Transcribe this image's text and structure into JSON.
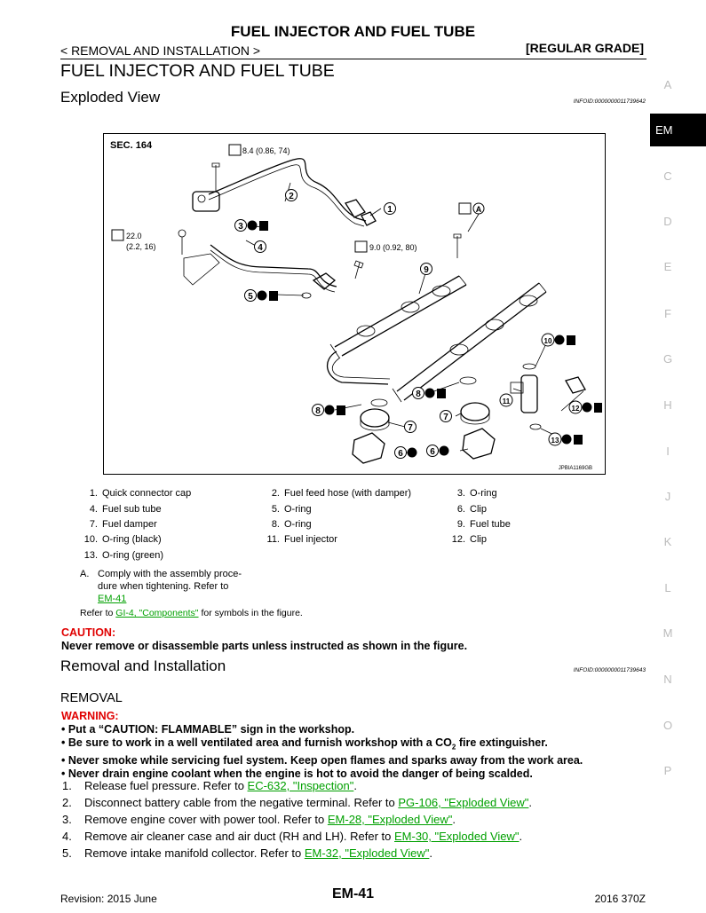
{
  "header": {
    "title": "FUEL INJECTOR AND FUEL TUBE",
    "subtitle": "< REMOVAL AND INSTALLATION >",
    "grade": "[REGULAR GRADE]"
  },
  "section_title": "FUEL INJECTOR AND FUEL TUBE",
  "exploded": {
    "title": "Exploded View",
    "infoid": "INFOID:0000000011739642"
  },
  "figure": {
    "sec": "SEC. 164",
    "code": "JPBIA1169GB",
    "torque_1": "8.4 (0.86, 74)",
    "torque_2a": "22.0",
    "torque_2b": "(2.2, 16)",
    "torque_3": "9.0 (0.92, 80)",
    "mark_a": "A",
    "callouts": [
      "1",
      "2",
      "3",
      "4",
      "5",
      "6",
      "6",
      "7",
      "7",
      "8",
      "8",
      "9",
      "10",
      "11",
      "12",
      "13"
    ]
  },
  "legend": [
    {
      "num": "1.",
      "text": "Quick connector cap"
    },
    {
      "num": "2.",
      "text": "Fuel feed hose (with damper)"
    },
    {
      "num": "3.",
      "text": "O-ring"
    },
    {
      "num": "4.",
      "text": "Fuel sub tube"
    },
    {
      "num": "5.",
      "text": "O-ring"
    },
    {
      "num": "6.",
      "text": "Clip"
    },
    {
      "num": "7.",
      "text": "Fuel damper"
    },
    {
      "num": "8.",
      "text": "O-ring"
    },
    {
      "num": "9.",
      "text": "Fuel tube"
    },
    {
      "num": "10.",
      "text": "O-ring (black)"
    },
    {
      "num": "11.",
      "text": "Fuel injector"
    },
    {
      "num": "12.",
      "text": "Clip"
    },
    {
      "num": "13.",
      "text": "O-ring (green)"
    }
  ],
  "legend_a": {
    "num": "A.",
    "text": "Comply with the assembly proce- dure when tightening. Refer to ",
    "link": "EM-41"
  },
  "refer": {
    "pre": "Refer to ",
    "link": "GI-4, \"Components\"",
    "post": " for symbols in the figure."
  },
  "caution": {
    "heading": "CAUTION:",
    "text": "Never remove or disassemble parts unless instructed as shown in the figure."
  },
  "removal_installation": {
    "title": "Removal and Installation",
    "infoid": "INFOID:0000000011739643"
  },
  "removal": {
    "heading": "REMOVAL",
    "warning": "WARNING:",
    "warnings": [
      "Put a “CAUTION: FLAMMABLE” sign in the workshop.",
      "Be sure to work in a well ventilated area and furnish workshop with a CO",
      "Never smoke while servicing fuel system. Keep open flames and sparks away from the work area.",
      "Never drain engine coolant when the engine is hot to avoid the danger of being scalded."
    ],
    "co2_sub": "2",
    "co2_tail": "  fire extinguisher.",
    "steps": [
      {
        "n": "1.",
        "text": "Release fuel pressure. Refer to ",
        "link": "EC-632, \"Inspection\"",
        "post": "."
      },
      {
        "n": "2.",
        "text": "Disconnect battery cable from the negative terminal. Refer to ",
        "link": "PG-106, \"Exploded View\"",
        "post": "."
      },
      {
        "n": "3.",
        "text": "Remove engine cover with power tool. Refer to ",
        "link": "EM-28, \"Exploded View\"",
        "post": "."
      },
      {
        "n": "4.",
        "text": "Remove air cleaner case and air duct (RH and LH). Refer to ",
        "link": "EM-30, \"Exploded View\"",
        "post": "."
      },
      {
        "n": "5.",
        "text": "Remove intake manifold collector. Refer to ",
        "link": "EM-32, \"Exploded View\"",
        "post": "."
      }
    ]
  },
  "side_index": [
    "A",
    "EM",
    "C",
    "D",
    "E",
    "F",
    "G",
    "H",
    "I",
    "J",
    "K",
    "L",
    "M",
    "N",
    "O",
    "P"
  ],
  "footer": {
    "revision": "Revision: 2015 June",
    "page": "EM-41",
    "model": "2016 370Z"
  }
}
